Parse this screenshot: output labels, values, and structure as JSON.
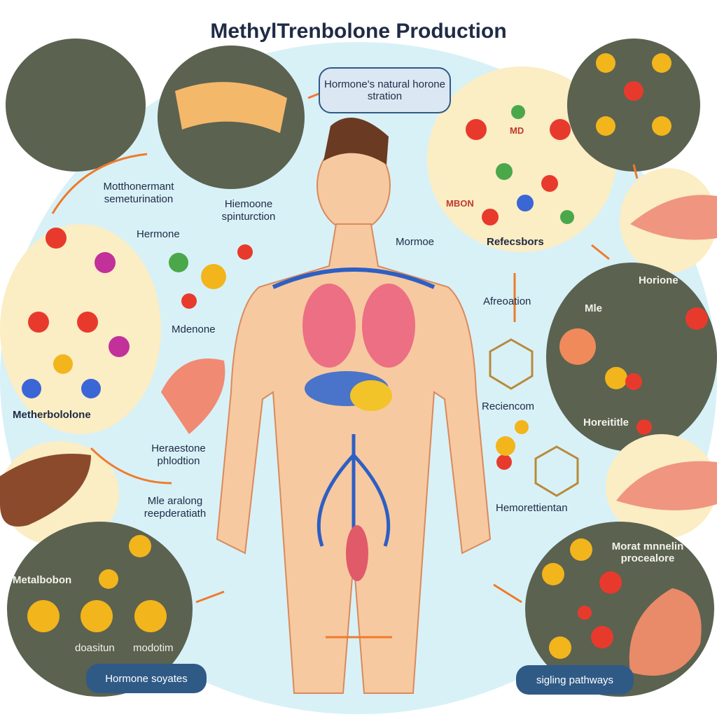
{
  "title": "MethylTrenbolone Production",
  "callouts": {
    "natural": "Hormone's natural horone stration",
    "secretion": "Motthonermant semeturination",
    "spinturction": "Hiemoone spinturction",
    "hermone": "Hermone",
    "mdenone": "Mdenone",
    "mormoe": "Mormoe",
    "refecsbors": "Refecsbors",
    "afreoation": "Afreoation",
    "horione": "Horione",
    "mle_right": "Mle",
    "reciencom": "Reciencom",
    "horeititle": "Horeititle",
    "hemorettientan": "Hemorettientan",
    "metherbololone": "Metherbololone",
    "heraestone": "Heraestone phlodtion",
    "aralong": "Mle aralong reepderatiath",
    "metalbobon": "Metalbobon",
    "doasitun": "doasitun",
    "modotim": "modotim",
    "procealore": "Morat mnnelin procealore",
    "md": "MD",
    "mbon": "MBON"
  },
  "pills": {
    "hormone_systems": "Hormone soyates",
    "signaling": "sigling pathways"
  },
  "colors": {
    "dark_circle": "#5b6250",
    "cream": "#fbedc4",
    "bg": "#d8f1f7",
    "arrow": "#f07a2a",
    "pill": "#2f5a86"
  }
}
